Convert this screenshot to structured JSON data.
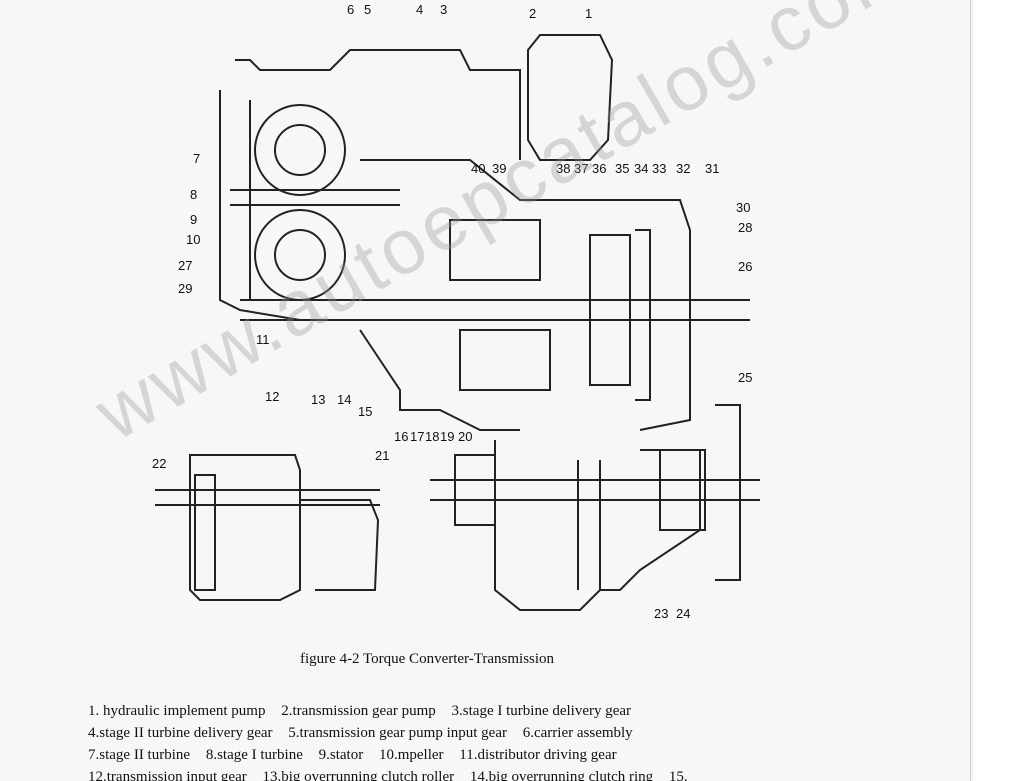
{
  "figure": {
    "caption": "figure 4-2 Torque Converter-Transmission",
    "watermark": "www.autoepcatalog.com",
    "callouts": [
      "6",
      "5",
      "4",
      "3",
      "2",
      "1",
      "7",
      "8",
      "9",
      "10",
      "27",
      "29",
      "11",
      "12",
      "13",
      "14",
      "15",
      "40",
      "39",
      "38",
      "37",
      "36",
      "35",
      "34",
      "33",
      "32",
      "31",
      "30",
      "28",
      "26",
      "25",
      "16",
      "17",
      "18",
      "19",
      "20",
      "22",
      "21",
      "23",
      "24"
    ]
  },
  "legend": {
    "lines": [
      [
        "1.  hydraulic implement pump",
        "2.transmission gear pump",
        "3.stage I turbine delivery gear"
      ],
      [
        "4.stage II turbine delivery gear",
        "5.transmission gear pump input gear",
        "6.carrier assembly"
      ],
      [
        "7.stage II turbine",
        "8.stage I turbine",
        "9.stator",
        "10.mpeller",
        "11.distributor driving gear"
      ],
      [
        "12.transmission input gear",
        "13.big overrunning clutch roller",
        "14.big overrunning clutch ring",
        "15."
      ]
    ]
  }
}
